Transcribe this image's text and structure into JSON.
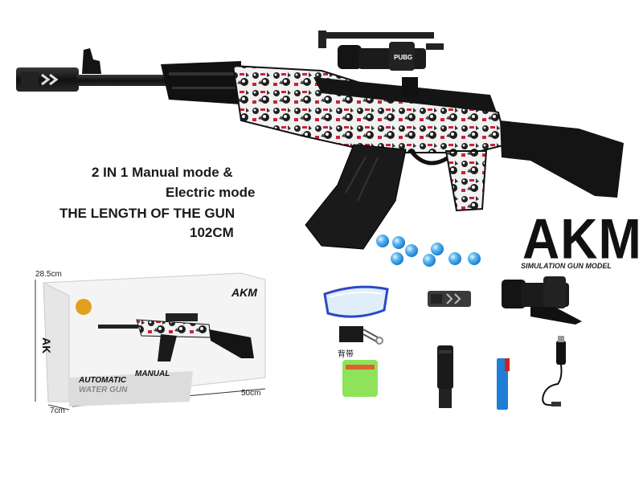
{
  "specs": {
    "line1": "2 IN 1 Manual mode &",
    "line2": "Electric mode",
    "line3": "THE LENGTH OF THE GUN",
    "line4": "102CM"
  },
  "brand": {
    "title": "AKM",
    "subtitle": "SIMULATION GUN MODEL"
  },
  "scope_label": "PUBG",
  "box": {
    "height_label": "28.5cm",
    "width_label": "50cm",
    "depth_label": "7cm",
    "front_title": "AKM",
    "side_text": "AK",
    "bottom_text1": "AUTOMATIC",
    "bottom_text2": "MANUAL",
    "bottom_text3": "WATER GUN"
  },
  "accessories": {
    "strap_label": "背带"
  },
  "colors": {
    "gun_black": "#141414",
    "camo_red": "#c8233a",
    "bead_blue": "#3aa0e8",
    "battery_blue": "#1e7fd6",
    "gel_green": "#8fe35a"
  }
}
